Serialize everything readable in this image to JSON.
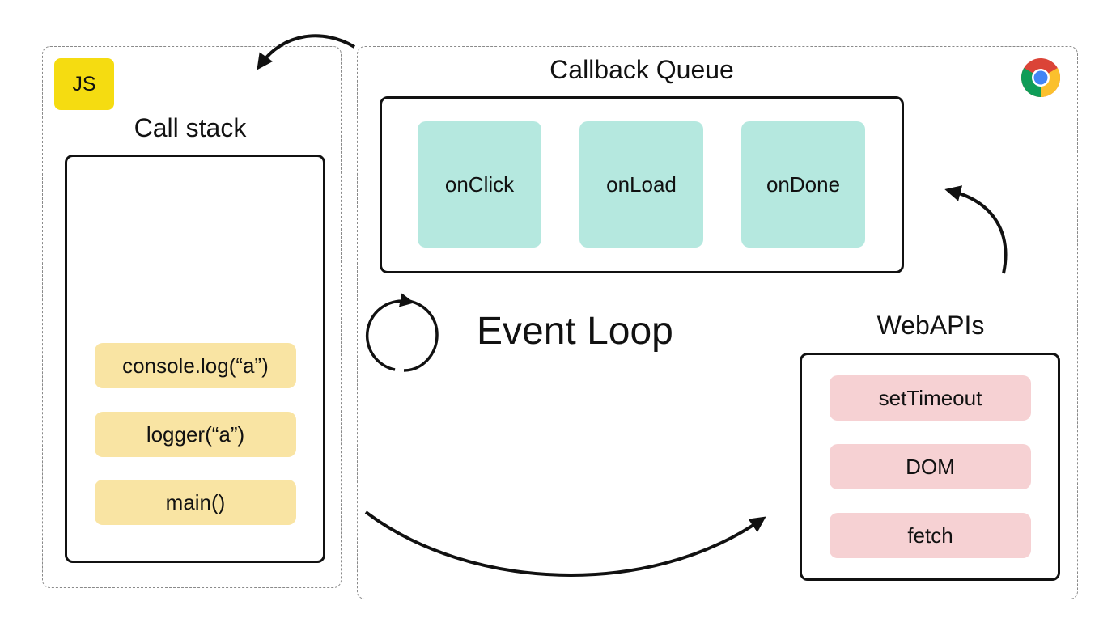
{
  "js_badge": {
    "label": "JS",
    "color": "#f5dc11"
  },
  "call_stack": {
    "title": "Call stack",
    "frames": [
      "console.log(“a”)",
      "logger(“a”)",
      "main()"
    ]
  },
  "callback_queue": {
    "title": "Callback Queue",
    "items": [
      "onClick",
      "onLoad",
      "onDone"
    ]
  },
  "event_loop": {
    "label": "Event Loop"
  },
  "web_apis": {
    "title": "WebAPIs",
    "items": [
      "setTimeout",
      "DOM",
      "fetch"
    ]
  },
  "browser_icon": "chrome-icon",
  "colors": {
    "stack_frame": "#f9e4a3",
    "queue_item": "#b5e8df",
    "web_api_item": "#f6d1d3"
  }
}
